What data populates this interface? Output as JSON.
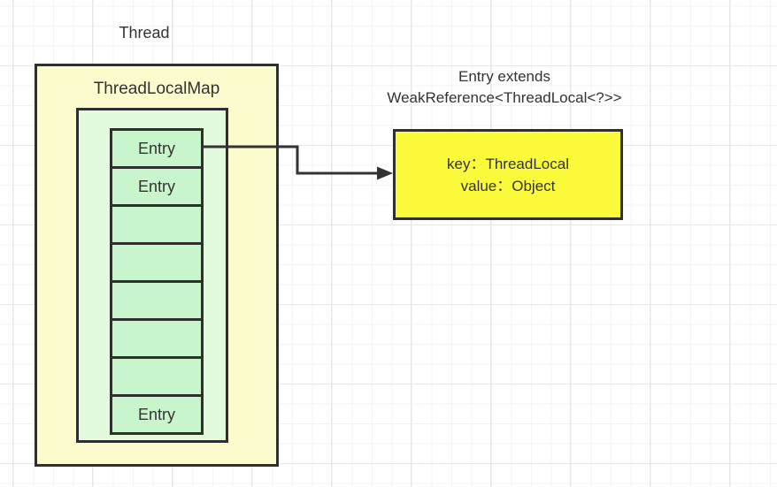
{
  "canvas": {
    "background": "#ffffff",
    "grid_minor_color": "#f3f3f3",
    "grid_major_color": "#e7e7e7"
  },
  "colors": {
    "thread_box_fill": "#fbfbce",
    "map_box_fill": "#e3fade",
    "entry_cell_fill": "#c9f5cd",
    "entry_detail_fill": "#fbfb3b",
    "border": "#2f2f2f",
    "text": "#333333",
    "arrow": "#333333"
  },
  "thread": {
    "label": "Thread",
    "map_label": "ThreadLocalMap",
    "entries": [
      {
        "label": "Entry"
      },
      {
        "label": "Entry"
      },
      {
        "label": ""
      },
      {
        "label": ""
      },
      {
        "label": ""
      },
      {
        "label": ""
      },
      {
        "label": ""
      },
      {
        "label": "Entry"
      }
    ]
  },
  "entry_detail": {
    "caption_line1": "Entry extends",
    "caption_line2": "WeakReference<ThreadLocal<?>>",
    "key_line": "key：ThreadLocal",
    "value_line": "value：Object"
  }
}
